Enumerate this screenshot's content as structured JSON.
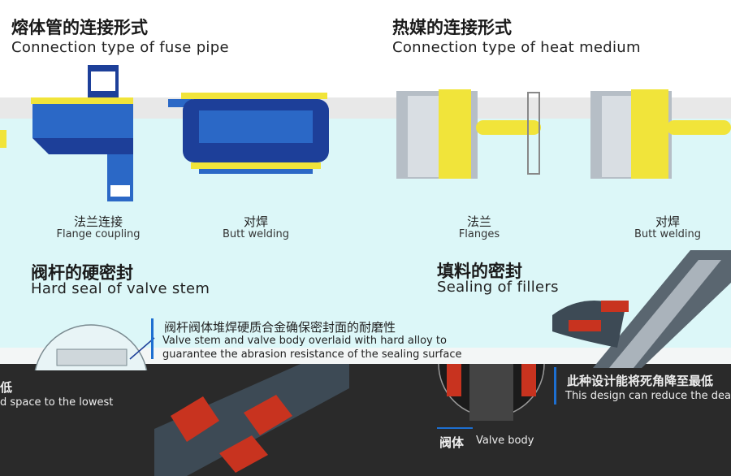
{
  "sections": {
    "fuse_pipe": {
      "title_cn": "熔体管的连接形式",
      "title_en": "Connection type of fuse pipe"
    },
    "heat_medium": {
      "title_cn": "热媒的连接形式",
      "title_en": "Connection type of heat medium"
    },
    "hard_seal": {
      "title_cn": "阀杆的硬密封",
      "title_en": "Hard seal of valve stem"
    },
    "fillers": {
      "title_cn": "填料的密封",
      "title_en": "Sealing of fillers"
    }
  },
  "captions": {
    "flange_coupling": {
      "cn": "法兰连接",
      "en": "Flange coupling"
    },
    "butt_welding_left": {
      "cn": "对焊",
      "en": "Butt welding"
    },
    "flanges": {
      "cn": "法兰",
      "en": "Flanges"
    },
    "butt_welding_right": {
      "cn": "对焊",
      "en": "Butt welding"
    }
  },
  "hard_seal_note": {
    "cn": "阀杆阀体堆焊硬质合金确保密封面的耐磨性",
    "en_line1": "Valve stem and valve body overlaid with hard alloy to",
    "en_line2": "guarantee the abrasion resistance of the sealing surface"
  },
  "dead_space_note": {
    "cn_fragment": "低",
    "en_fragment": "d space to the lowest"
  },
  "design_note": {
    "cn": "此种设计能将死角降至最低",
    "en": "This design can reduce the dea"
  },
  "valve_body_label": {
    "cn": "阀体",
    "en": "Valve body"
  },
  "colors": {
    "navy": "#1d3f99",
    "blue": "#2b68c6",
    "yellow": "#f1e43a",
    "red": "#c8331f",
    "steel": "#8d9aa6",
    "cyan_bg": "#dcf7f8"
  }
}
